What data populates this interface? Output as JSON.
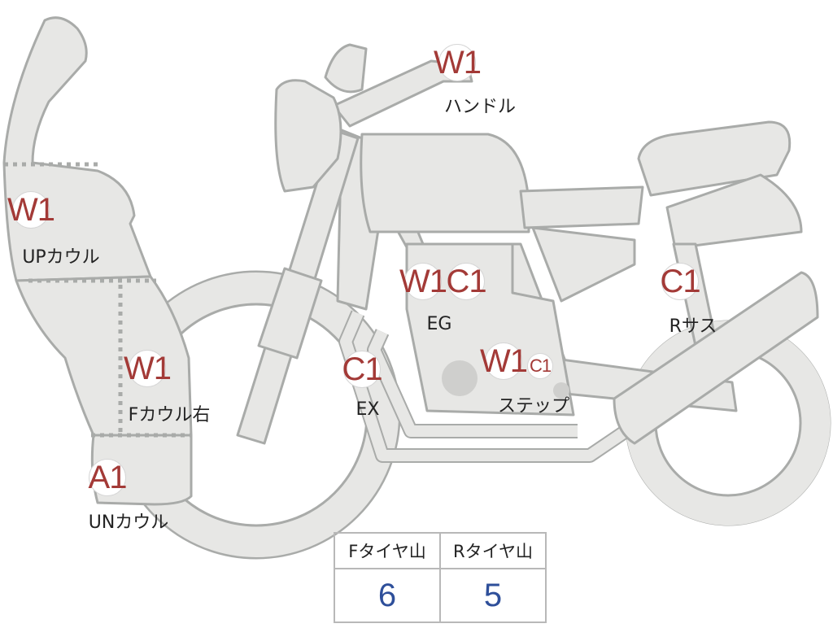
{
  "markers": [
    {
      "code": "W1",
      "label": "ハンドル"
    },
    {
      "code": "W1",
      "label": "UPカウル"
    },
    {
      "code": "W1",
      "label": "Fカウル右"
    },
    {
      "code": "A1",
      "label": "UNカウル"
    },
    {
      "code": "W1",
      "label": ""
    },
    {
      "code": "C1",
      "label": "EG"
    },
    {
      "code": "C1",
      "label": "EX"
    },
    {
      "code": "W1",
      "label": ""
    },
    {
      "code": "C1",
      "label": "ステップ"
    },
    {
      "code": "C1",
      "label": "Rサス"
    }
  ],
  "tread_table": {
    "headers": [
      "Fタイヤ山",
      "Rタイヤ山"
    ],
    "values": [
      "6",
      "5"
    ]
  },
  "colors": {
    "marker_text": "#a33a37",
    "tread_value": "#2e4f9a",
    "bike_fill": "#e7e7e5",
    "bike_outline": "#a9aba9"
  }
}
